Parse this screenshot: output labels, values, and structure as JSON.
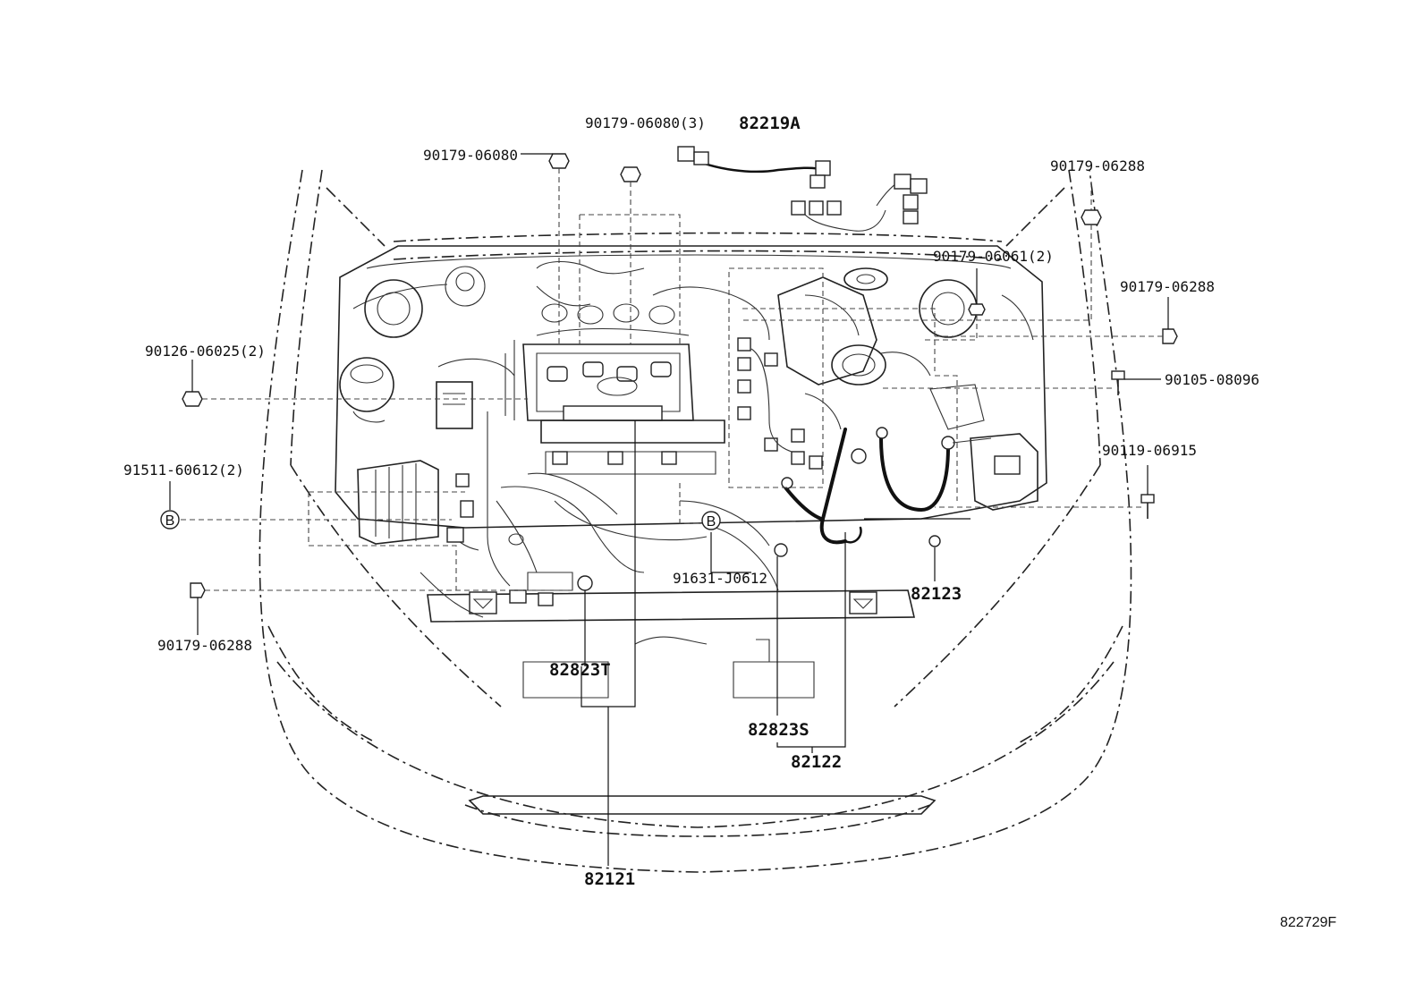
{
  "diagram": {
    "reference_code": "822729F",
    "parts": {
      "p_90179_06080": "90179-06080",
      "p_90179_06080_3": "90179-06080(3)",
      "p_82219a": "82219A",
      "p_90179_06288_top": "90179-06288",
      "p_90179_06061_2": "90179-06061(2)",
      "p_90179_06288_right": "90179-06288",
      "p_90126_06025_2": "90126-06025(2)",
      "p_90105_08096": "90105-08096",
      "p_91511_60612_2": "91511-60612(2)",
      "p_90119_06915": "90119-06915",
      "p_91631_j0612": "91631-J0612",
      "p_82123": "82123",
      "p_90179_06288_left": "90179-06288",
      "p_82823t": "82823T",
      "p_82823s": "82823S",
      "p_82122": "82122",
      "p_82121": "82121"
    },
    "markers": {
      "b_left": "B",
      "b_center": "B"
    }
  }
}
